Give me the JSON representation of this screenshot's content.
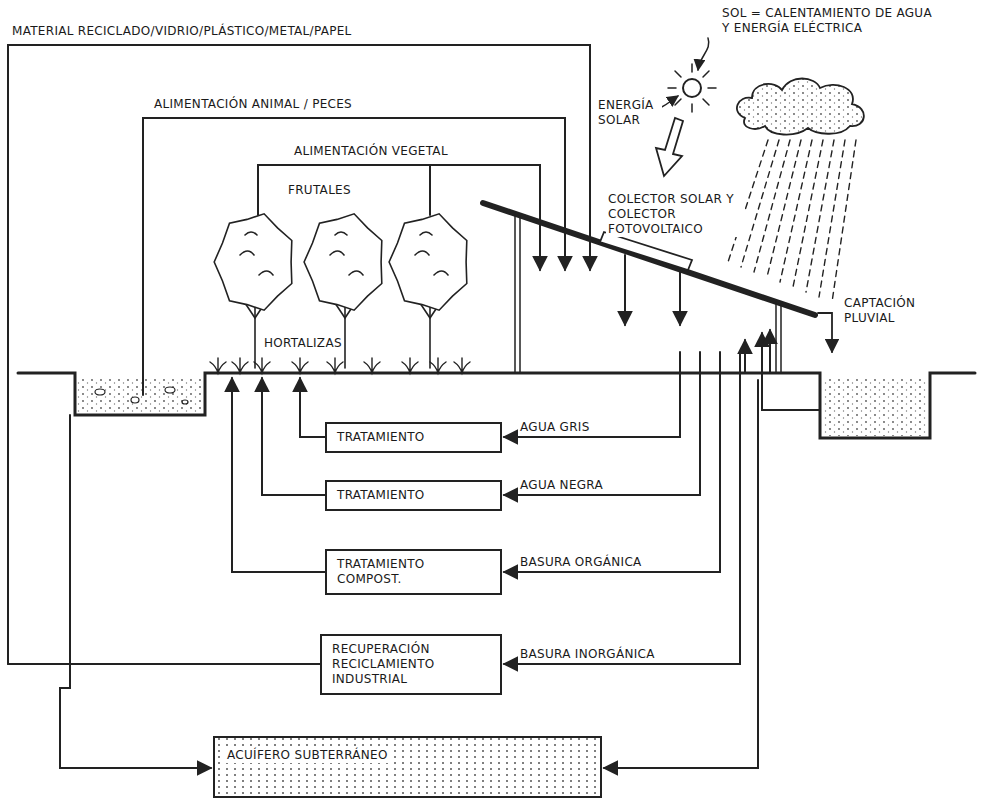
{
  "diagram": {
    "nodes": [
      {
        "text": [
          "TRATAMIENTO"
        ]
      },
      {
        "text": [
          "TRATAMIENTO"
        ]
      },
      {
        "text": [
          "TRATAMIENTO COMPOST."
        ]
      },
      {
        "text": [
          "RECUPERACIÓN RECICLAMIENTO INDUSTRIAL"
        ]
      },
      {
        "text": [
          "ACUÍFERO SUBTERRÁNEO"
        ]
      }
    ],
    "labels": [
      "MATERIAL RECICLADO/VIDRIO/PLÁSTICO/METAL/PAPEL",
      "ALIMENTACIÓN ANIMAL / PECES",
      "ALIMENTACIÓN VEGETAL",
      "FRUTALES",
      "HORTALIZAS",
      "SOL = CALENTAMIENTO DE AGUA Y ENERGÍA ELÉCTRICA",
      "ENERGÍA SOLAR",
      "COLECTOR SOLAR Y COLECTOR FOTOVOLTAICO",
      "CAPTACIÓN PLUVIAL",
      "AGUA GRIS",
      "AGUA NEGRA",
      "BASURA ORGÁNICA",
      "BASURA INORGÁNICA"
    ]
  }
}
